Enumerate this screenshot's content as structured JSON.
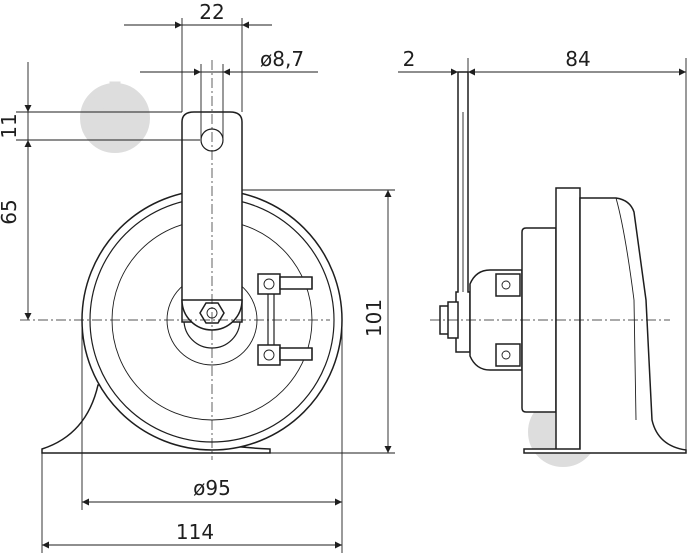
{
  "dimensions": {
    "bracket_width": "22",
    "mount_hole": "ø8,7",
    "top_offset": "11",
    "hole_to_center": "65",
    "total_height": "101",
    "bracket_thickness": "2",
    "depth": "84",
    "body_diameter": "ø95",
    "total_width": "114"
  },
  "colors": {
    "line": "#1e1e1e",
    "watermark": "#d8d8d8",
    "background": "#ffffff"
  },
  "icons": {
    "watermark": "horn-logo-watermark"
  }
}
